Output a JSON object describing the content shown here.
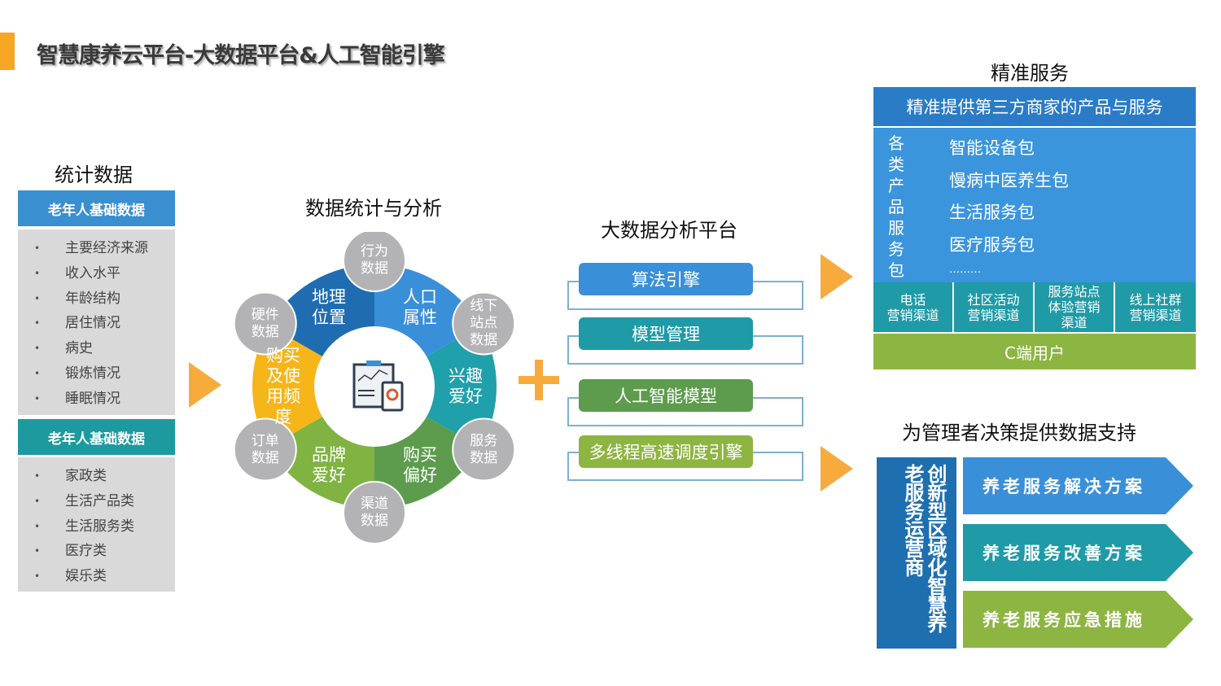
{
  "title": "智慧康养云平台-大数据平台&人工智能引擎",
  "stats": {
    "title": "统计数据",
    "group1": {
      "header": "老年人基础数据",
      "items": [
        "主要经济来源",
        "收入水平",
        "年龄结构",
        "居住情况",
        "病史",
        "锻炼情况",
        "睡眠情况"
      ]
    },
    "group2": {
      "header": "老年人基础数据",
      "items": [
        "家政类",
        "生活产品类",
        "生活服务类",
        "医疗类",
        "娱乐类"
      ]
    }
  },
  "analysis": {
    "title": "数据统计与分析",
    "sectors": [
      {
        "label": "人口属性",
        "color": "#3a8fd9"
      },
      {
        "label": "兴趣爱好",
        "color": "#1fa0aa"
      },
      {
        "label": "购买偏好",
        "color": "#5c9c4c"
      },
      {
        "label": "品牌爱好",
        "color": "#80b342"
      },
      {
        "label": "购买及使用频度",
        "color": "#f6b519"
      },
      {
        "label": "地理位置",
        "color": "#1f6db0"
      }
    ],
    "circles": [
      "行为数据",
      "线下站点数据",
      "服务数据",
      "渠道数据",
      "订单数据",
      "硬件数据"
    ],
    "center_icon": "clipboard-chart-icon"
  },
  "platform": {
    "title": "大数据分析平台",
    "items": [
      {
        "label": "算法引擎",
        "color": "#3a8fd9"
      },
      {
        "label": "模型管理",
        "color": "#1f9aa7"
      },
      {
        "label": "人工智能模型",
        "color": "#5c9c4c"
      },
      {
        "label": "多线程高速调度引擎",
        "color": "#8db542"
      }
    ]
  },
  "precise": {
    "title": "精准服务",
    "header": "精准提供第三方商家的产品与服务",
    "side": "各类产品服务包",
    "packages": [
      "智能设备包",
      "慢病中医养生包",
      "生活服务包",
      "医疗服务包",
      "………"
    ],
    "channels": [
      "电话\n营销渠道",
      "社区活动\n营销渠道",
      "服务站点\n体验营销\n渠道",
      "线上社群\n营销渠道"
    ],
    "users": "C端用户"
  },
  "decision": {
    "title": "为管理者决策提供数据支持",
    "side": "创新型区域化智慧养老服务运营商",
    "items": [
      {
        "label": "养老服务解决方案",
        "color": "#3a8fd9"
      },
      {
        "label": "养老服务改善方案",
        "color": "#1f9aa7"
      },
      {
        "label": "养老服务应急措施",
        "color": "#8db542"
      }
    ]
  },
  "colors": {
    "accent": "#f5a623",
    "arrow": "#f7ab3c",
    "gray": "#b3b3b6"
  }
}
